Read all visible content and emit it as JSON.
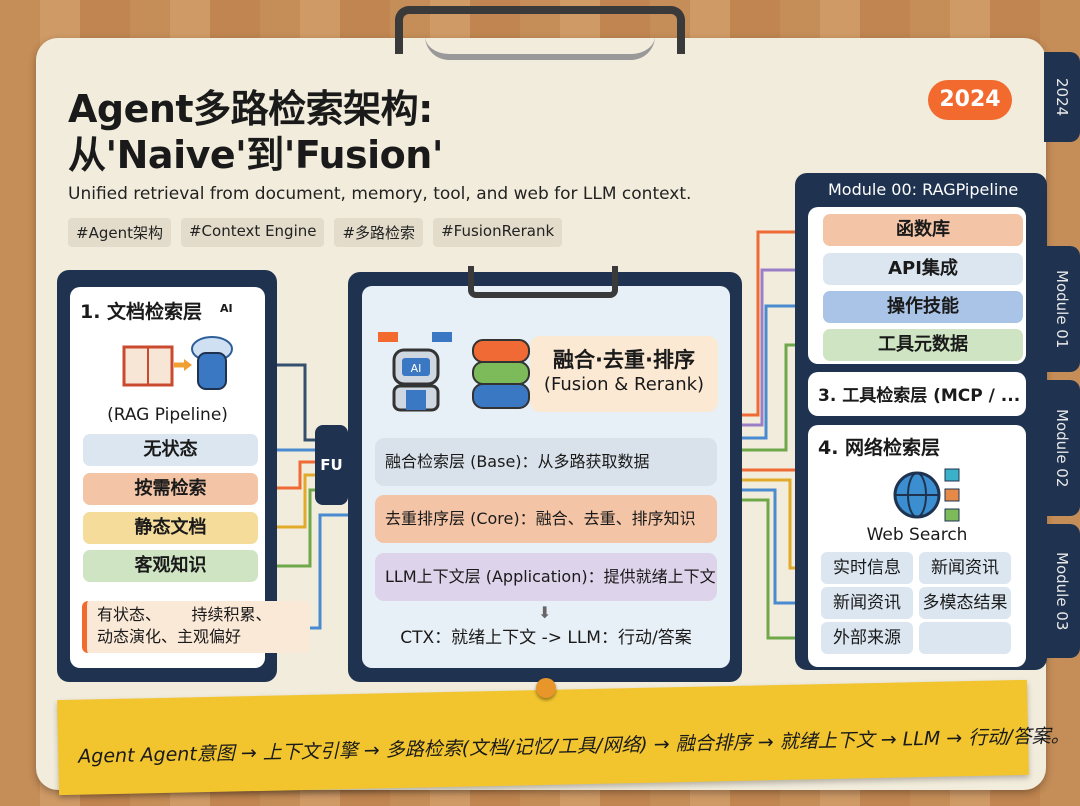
{
  "header": {
    "title_line1": "Agent多路检索架构:",
    "title_line2": "从'Naive'到'Fusion'",
    "subtitle": "Unified retrieval from document, memory, tool, and web for LLM context.",
    "tags": [
      "#Agent架构",
      "#Context Engine",
      "#多路检索",
      "#FusionRerank"
    ],
    "year": "2024"
  },
  "side_tabs": [
    "2024",
    "Module 01",
    "Module 02",
    "Module 03"
  ],
  "doc_layer": {
    "title": "1. 文档检索层",
    "badge": "AI",
    "pipeline": "(RAG Pipeline)",
    "items": [
      "无状态",
      "按需检索",
      "静态文档",
      "客观知识"
    ],
    "memory_note_line1": "有状态、      持续积累、",
    "memory_note_line2": "动态演化、主观偏好"
  },
  "fu_label": "FU",
  "center": {
    "title": "融合·去重·排序",
    "subtitle": "(Fusion & Rerank)",
    "layers": [
      "融合检索层 (Base)：从多路获取数据",
      "去重排序层 (Core)：融合、去重、排序知识",
      "LLM上下文层 (Application)：提供就绪上下文"
    ],
    "output": "CTX：就绪上下文 -> LLM：行动/答案"
  },
  "right": {
    "module_header": "Module 00: RAGPipeline",
    "tool_items": [
      "函数库",
      "API集成",
      "操作技能",
      "工具元数据"
    ],
    "tool_title": "3. 工具检索层 (MCP / ...",
    "web_title": "4. 网络检索层",
    "web_label": "Web Search",
    "web_cells": [
      "实时信息",
      "新闻资讯",
      "新闻资讯",
      "多模态结果",
      "外部来源",
      ""
    ]
  },
  "footer_note": "Agent Agent意图 → 上下文引擎 → 多路检索(文档/记忆/工具/网络) → 融合排序 → 就绪上下文 → LLM → 行动/答案。",
  "colors": {
    "navy": "#1f3350",
    "orange": "#f26a2e",
    "blue_pill": "#dbe6f0",
    "salmon": "#f3c4a6",
    "yellow": "#f5dc9a",
    "green": "#cfe4c3",
    "purple": "#ddd3ea"
  }
}
